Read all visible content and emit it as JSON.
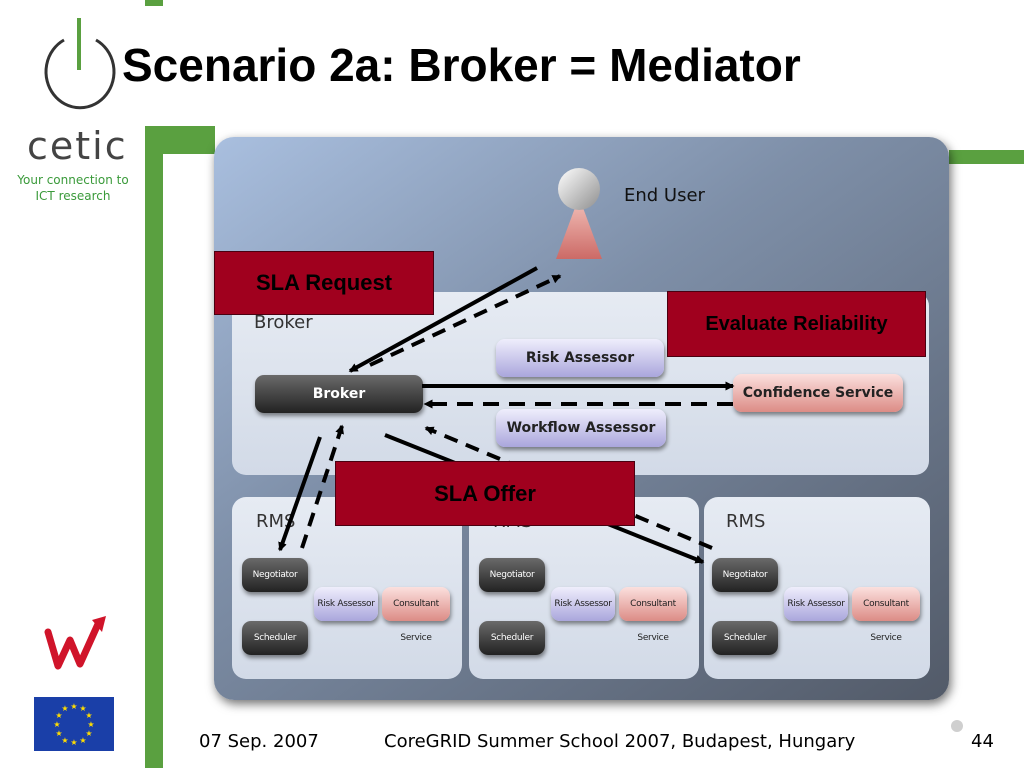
{
  "slide": {
    "title": "Scenario 2a: Broker = Mediator"
  },
  "logo": {
    "name": "cetic",
    "tagline_line1": "Your connection to",
    "tagline_line2": "ICT research"
  },
  "diagram": {
    "end_user": "End User",
    "broker_region": "Broker",
    "broker": "Broker",
    "risk_assessor": "Risk Assessor",
    "workflow_assessor": "Workflow Assessor",
    "confidence_service": "Confidence Service",
    "rms": [
      {
        "label": "RMS",
        "negotiator": "Negotiator",
        "scheduler": "Scheduler",
        "risk_assessor": "Risk Assessor",
        "consultant_service": "Consultant Service"
      },
      {
        "label": "RMS",
        "negotiator": "Negotiator",
        "scheduler": "Scheduler",
        "risk_assessor": "Risk Assessor",
        "consultant_service": "Consultant Service"
      },
      {
        "label": "RMS",
        "negotiator": "Negotiator",
        "scheduler": "Scheduler",
        "risk_assessor": "Risk Assessor",
        "consultant_service": "Consultant Service"
      }
    ]
  },
  "callouts": {
    "sla_request": "SLA Request",
    "evaluate_reliability": "Evaluate Reliability",
    "sla_offer": "SLA Offer"
  },
  "footer": {
    "date": "07 Sep. 2007",
    "event": "CoreGRID Summer School 2007, Budapest, Hungary",
    "page_number": "44"
  },
  "colors": {
    "accent_green": "#5aa040",
    "callout_red": "#a0001e",
    "tagline_green": "#3a9a3a"
  },
  "icons": [
    "cetic-logo",
    "user-icon",
    "w-logo-icon",
    "eu-flag-icon",
    "bullet-dot-icon"
  ]
}
